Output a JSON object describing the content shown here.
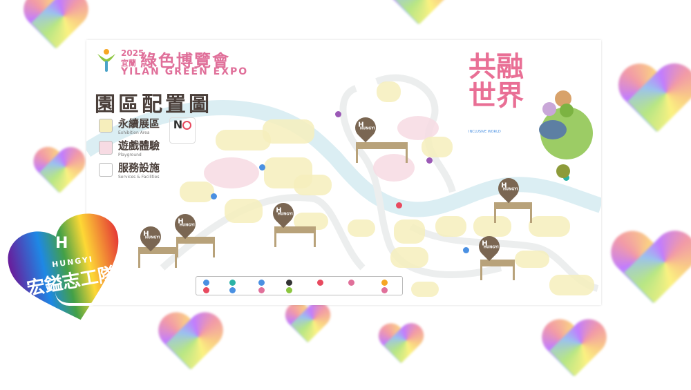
{
  "header": {
    "year": "2025",
    "county": "宜蘭",
    "title": "綠色博覽會",
    "subtitle": "YILAN GREEN EXPO"
  },
  "map_title": "園區配置圖",
  "legend": [
    {
      "label": "永續展區",
      "sub": "Exhibition Area",
      "color": "#f6eebc"
    },
    {
      "label": "遊戲體驗",
      "sub": "Playground",
      "color": "#f7dbe3"
    },
    {
      "label": "服務設施",
      "sub": "Services & Facilities",
      "color": "#ffffff"
    }
  ],
  "no_sign": "N",
  "pin_label": "HUNGYI",
  "pin_logo": "H",
  "theme": {
    "title": "共融世界",
    "subtitle": "INCLUSIVE WORLD"
  },
  "logo": {
    "brand": "HUNGYI",
    "mark": "H",
    "text": "宏鎰志工隊"
  },
  "colors": {
    "pin": "#7a6652",
    "river": "#dbeef3",
    "exhibit": "#f6eebc",
    "play": "#f7dbe3",
    "accent": "#e0709a"
  }
}
